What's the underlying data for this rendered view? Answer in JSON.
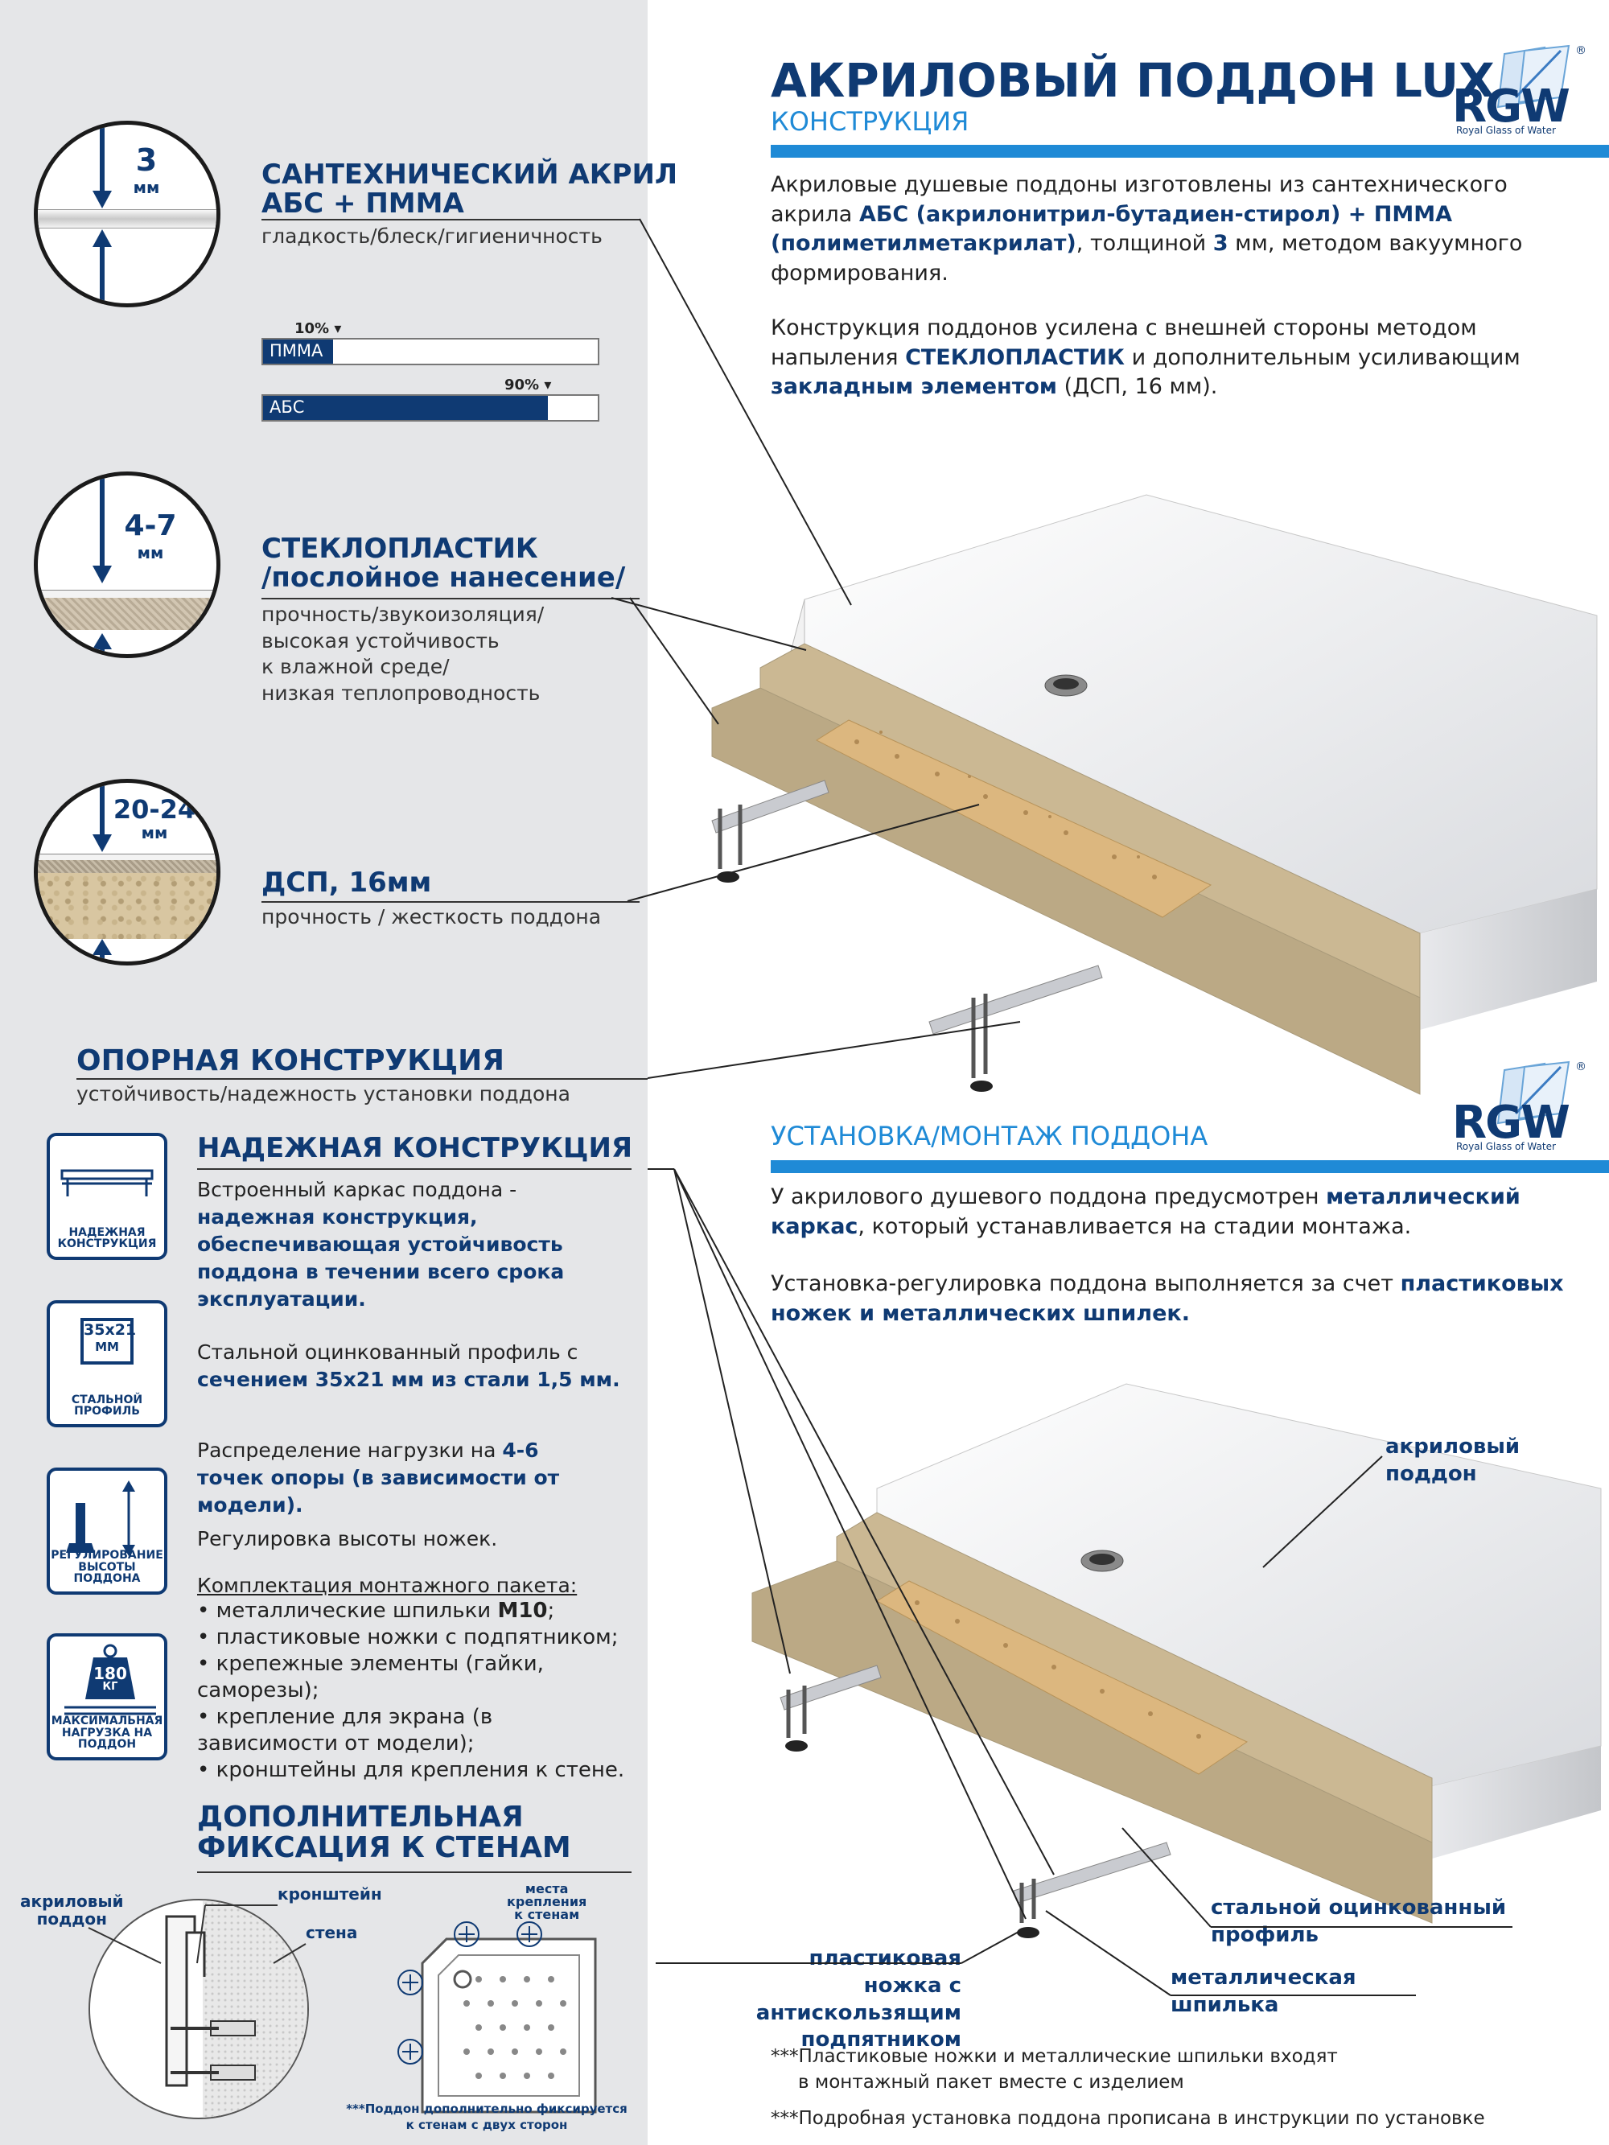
{
  "header": {
    "title": "АКРИЛОВЫЙ ПОДДОН LUX",
    "subtitle": "КОНСТРУКЦИЯ",
    "paragraph1": [
      {
        "t": "Акриловые душевые поддоны изготовлены из сантехнического акрила ",
        "b": false
      },
      {
        "t": "АБС (акрилонитрил-бутадиен-стирол) + ПММА (полиметилметакрилат)",
        "b": true
      },
      {
        "t": ", толщиной ",
        "b": false
      },
      {
        "t": "3",
        "b": true
      },
      {
        "t": " мм, методом вакуумного формирования.",
        "b": false
      }
    ],
    "paragraph2": [
      {
        "t": "Конструкция поддонов усилена с внешней стороны методом напыления ",
        "b": false
      },
      {
        "t": "СТЕКЛОПЛАСТИК",
        "b": true
      },
      {
        "t": " и дополнительным усиливающим ",
        "b": false
      },
      {
        "t": "закладным элементом",
        "b": true
      },
      {
        "t": " (ДСП, 16 мм).",
        "b": false
      }
    ]
  },
  "logo": {
    "text": "RGW",
    "tagline": "Royal Glass of Water",
    "reg": "®"
  },
  "layers": [
    {
      "thickness": "3",
      "unit": "мм",
      "title": [
        "САНТЕХНИЧЕСКИЙ АКРИЛ",
        "АБС + ПММА"
      ],
      "desc": [
        "гладкость/блеск/гигиеничность"
      ]
    },
    {
      "thickness": "4-7",
      "unit": "мм",
      "title": [
        "СТЕКЛОПЛАСТИК",
        "/послойное нанесение/"
      ],
      "desc": [
        "прочность/звукоизоляция/",
        "высокая устойчивость",
        "к влажной среде/",
        "низкая теплопроводность"
      ]
    },
    {
      "thickness": "20-24",
      "unit": "мм",
      "title": [
        "ДСП, 16мм"
      ],
      "desc": [
        "прочность / жесткость поддона"
      ]
    }
  ],
  "composition": [
    {
      "label": "ПММА",
      "percent": 10,
      "percent_label": "10%"
    },
    {
      "label": "АБС",
      "percent": 90,
      "percent_label": "90%"
    }
  ],
  "support": {
    "title": "ОПОРНАЯ КОНСТРУКЦИЯ",
    "desc": "устойчивость/надежность установки поддона"
  },
  "reliable": {
    "title": "НАДЕЖНАЯ КОНСТРУКЦИЯ",
    "p1": [
      {
        "t": "Встроенный каркас поддона - ",
        "b": false
      },
      {
        "t": "надежная конструкция, обеспечивающая устойчивость поддона в течении всего срока эксплуатации.",
        "b": true
      }
    ],
    "p2": [
      {
        "t": "Стальной оцинкованный профиль с ",
        "b": false
      },
      {
        "t": "сечением 35х21 мм из стали 1,5 мм.",
        "b": true
      }
    ],
    "p3": [
      {
        "t": "Распределение нагрузки на ",
        "b": false
      },
      {
        "t": "4-6 точек опоры (в зависимости от модели).",
        "b": true
      }
    ],
    "p4": "Регулировка высоты ножек.",
    "kit_title": "Комплектация монтажного пакета:",
    "kit_items": [
      [
        {
          "t": "металлические шпильки ",
          "b": false
        },
        {
          "t": "М10",
          "b": true
        },
        {
          "t": ";",
          "b": false
        }
      ],
      [
        {
          "t": "пластиковые ножки с подпятником;",
          "b": false
        }
      ],
      [
        {
          "t": "крепежные элементы (гайки, саморезы);",
          "b": false
        }
      ],
      [
        {
          "t": "крепление для экрана (в зависимости от модели);",
          "b": false
        }
      ],
      [
        {
          "t": "кронштейны для крепления к стене.",
          "b": false
        }
      ]
    ]
  },
  "icons": [
    {
      "name": "reliable",
      "caption": [
        "НАДЕЖНАЯ",
        "КОНСТРУКЦИЯ"
      ]
    },
    {
      "name": "profile",
      "caption": [
        "СТАЛЬНОЙ",
        "ПРОФИЛЬ"
      ],
      "inner": "35х21",
      "inner_unit": "ММ"
    },
    {
      "name": "height",
      "caption": [
        "РЕГУЛИРОВАНИЕ",
        "ВЫСОТЫ ПОДДОНА"
      ]
    },
    {
      "name": "load",
      "caption": [
        "МАКСИМАЛЬНАЯ",
        "НАГРУЗКА НА ПОДДОН"
      ],
      "weight": "180",
      "weight_unit": "КГ"
    }
  ],
  "fixation": {
    "title": [
      "ДОПОЛНИТЕЛЬНАЯ",
      "ФИКСАЦИЯ К СТЕНАМ"
    ],
    "lbl_tray": [
      "акриловый",
      "поддон"
    ],
    "lbl_bracket": "кронштейн",
    "lbl_wall": "стена",
    "lbl_places": [
      "места",
      "крепления",
      "к стенам"
    ],
    "note": [
      "***Поддон дополнительно фиксируется",
      "к стенам с двух сторон"
    ]
  },
  "install": {
    "title": "УСТАНОВКА/МОНТАЖ ПОДДОНА",
    "p1": [
      {
        "t": "У акрилового душевого поддона предусмотрен ",
        "b": false
      },
      {
        "t": "металлический каркас",
        "b": true
      },
      {
        "t": ", который устанавливается на стадии монтажа.",
        "b": false
      }
    ],
    "p2": [
      {
        "t": "Установка-регулировка поддона выполняется за счет ",
        "b": false
      },
      {
        "t": "пластиковых ножек и металлических шпилек.",
        "b": true
      }
    ],
    "lbl_tray": [
      "акриловый",
      "поддон"
    ],
    "lbl_profile": [
      "стальной оцинкованный",
      "профиль"
    ],
    "lbl_stud": [
      "металлическая",
      "шпилька"
    ],
    "lbl_leg": [
      "пластиковая",
      "ножка с антискользящим",
      "подпятником"
    ],
    "note1": [
      "***Пластиковые ножки и металлические шпильки входят",
      "в монтажный пакет вместе с изделием"
    ],
    "note2": "***Подробная установка поддона прописана в инструкции по установке"
  },
  "colors": {
    "navy": "#0f3a73",
    "blue": "#1f8ad6",
    "panel": "#e5e6e8",
    "fiberglass": "#c9b89a",
    "chipboard": "#d9b47c"
  }
}
